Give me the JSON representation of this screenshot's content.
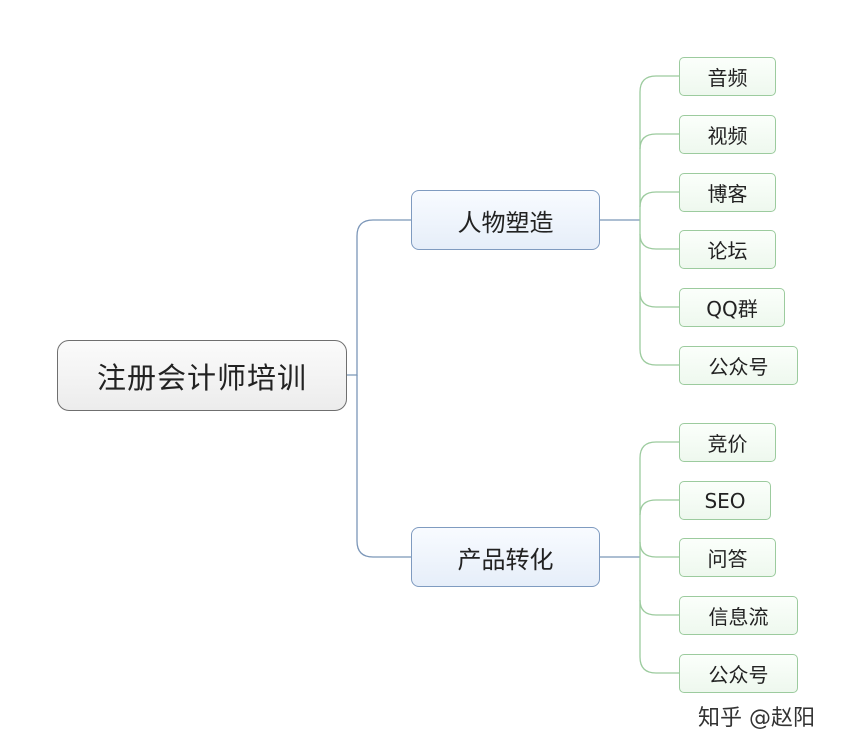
{
  "mindmap": {
    "root": "注册会计师培训",
    "branches": [
      {
        "label": "人物塑造",
        "children": [
          "音频",
          "视频",
          "博客",
          "论坛",
          "QQ群",
          "公众号"
        ]
      },
      {
        "label": "产品转化",
        "children": [
          "竞价",
          "SEO",
          "问答",
          "信息流",
          "公众号"
        ]
      }
    ]
  },
  "watermark": "知乎 @赵阳",
  "colors": {
    "root_border": "#6f6f6f",
    "branch_border": "#7f9bc0",
    "leaf_border": "#9ccb9e",
    "connector_blue": "#7b96b8",
    "connector_green": "#9ccb9e"
  }
}
